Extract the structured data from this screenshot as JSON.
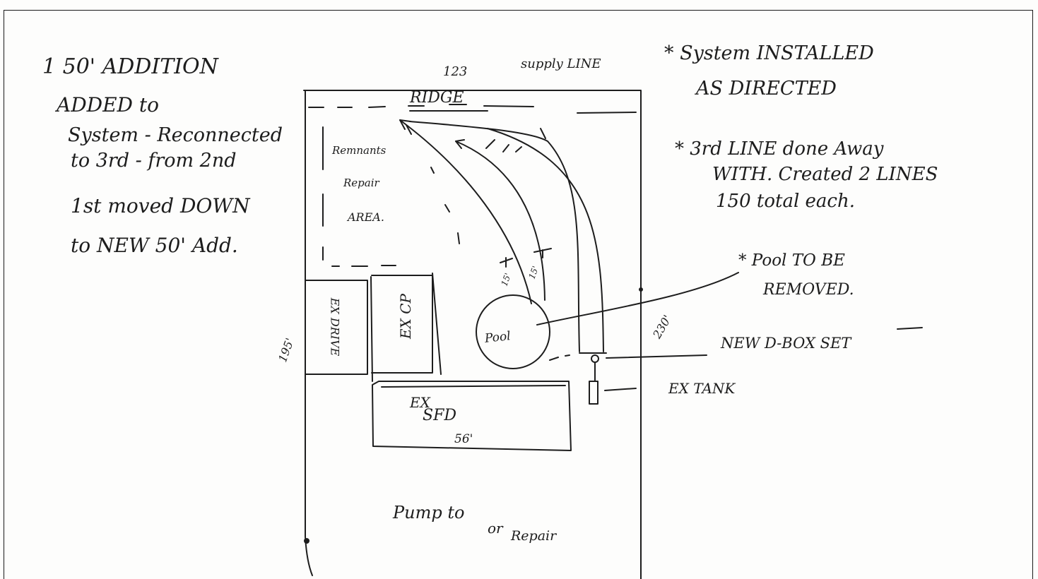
{
  "header_strip": "",
  "notes_left": {
    "line1": "1  50' ADDITION",
    "line2": "ADDED to",
    "line3": "System - Reconnected",
    "line4": "to 3rd - from 2nd",
    "line5": "1st moved DOWN",
    "line6": "to NEW 50' Add."
  },
  "notes_right": {
    "line1": "* System INSTALLED",
    "line2": "AS DIRECTED",
    "line3": "* 3rd LINE done Away",
    "line4": "WITH. Created 2 LINES",
    "line5": "150 total each."
  },
  "sketch_labels": {
    "dim_top": "123",
    "ridge": "RIDGE",
    "supply_line": "supply LINE",
    "remnants": "Remnants",
    "repair": "Repair",
    "area": "AREA.",
    "ex_drive": "EX DRIVE",
    "ex_cp": "EX CP",
    "pool": "Pool",
    "pool_note_1": "* Pool TO BE",
    "pool_note_2": "REMOVED.",
    "dim_left": "195'",
    "dim_right": "230'",
    "new_dbox": "NEW D-BOX SET",
    "ex_tank": "EX TANK",
    "ex_sfd_1": "EX",
    "ex_sfd_2": "SFD",
    "dim_house": "56'",
    "dim_15a": "15'",
    "dim_15b": "15'",
    "pump_to": "Pump to",
    "pump_or": "or",
    "pump_repair": "Repair"
  }
}
